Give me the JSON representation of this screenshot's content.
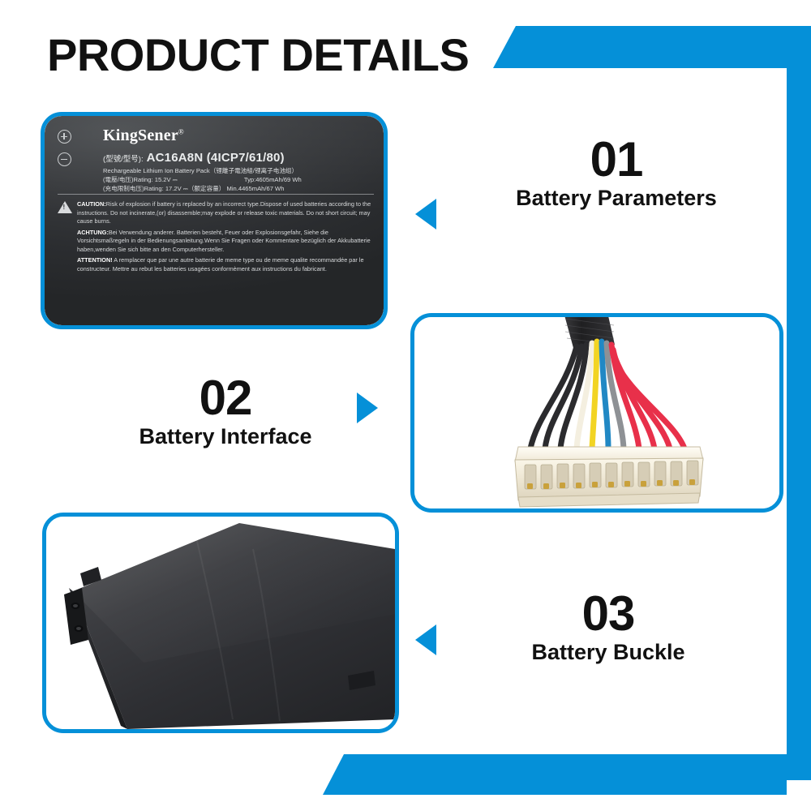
{
  "theme": {
    "accent": "#0590d8",
    "text": "#111111",
    "background": "#ffffff"
  },
  "header": {
    "title": "PRODUCT DETAILS"
  },
  "callouts": [
    {
      "number": "01",
      "caption": "Battery Parameters",
      "arrow": "arrow-left-icon"
    },
    {
      "number": "02",
      "caption": "Battery Interface",
      "arrow": "arrow-right-icon"
    },
    {
      "number": "03",
      "caption": "Battery Buckle",
      "arrow": "arrow-left-icon"
    }
  ],
  "battery_label": {
    "brand": "KingSener",
    "brand_mark": "®",
    "model_prefix": "(型號/型号):",
    "model": "AC16A8N (4ICP7/61/80)",
    "pack_type": "Rechargeable Lithium Ion Battery Pack（锂離子電池組/锂离子电池组）",
    "rating_line1_label": "(電壓/电压)Rating:",
    "rating_line1_value": "15.2V ⎓",
    "rating_line1_capacity": "Typ:4605mAh/69 Wh",
    "rating_line2_label": "(充电限制电压)Rating:",
    "rating_line2_value": "17.2V ⎓（额定容量）",
    "rating_line2_capacity": "Min.4465mAh/67 Wh",
    "warning_icon": "warning-triangle-icon",
    "caution_title": "CAUTION:",
    "caution_text": "Risk of explosion if battery is replaced by an incorrect type.Dispose of used batteries according to the instructions. Do not incinerate,(or) disassemble;may explode or release toxic materials. Do not short circuit; may cause burns.",
    "achtung_title": "ACHTUNG:",
    "achtung_text": "Bei Verwendung anderer. Batterien besteht, Feuer oder Explosionsgefahr, Siehe die Vorsichtsmaßregeln in der Bedienungsanleitung.Wenn Sie Fragen oder Kommentare bezüglich der Akkubatterie haben,wenden Sie sich bitte an den Computerhersteller.",
    "attention_title": "ATTENTION!",
    "attention_text": " A remplacer que par une autre batterie de meme type ou de meme qualite recommandée par le constructeur. Mettre au rebut les batteries usagées conformèment aux instructions du fabricant.",
    "terminal_positive": "+",
    "terminal_negative": "−"
  },
  "photos": {
    "battery_label_photo": "battery-label-photo",
    "connector_photo": "battery-connector-photo",
    "buckle_photo": "battery-buckle-photo"
  },
  "connector": {
    "pin_count": 11,
    "wire_colors": [
      "#2b2b2e",
      "#2b2b2e",
      "#2b2b2e",
      "#f2eddc",
      "#f2d423",
      "#1f8dc4",
      "#8e9195",
      "#e8304a",
      "#e8304a",
      "#e8304a",
      "#e8304a"
    ],
    "housing_color": "#efe9d9",
    "sleeve_color": "#2a2a2c"
  }
}
